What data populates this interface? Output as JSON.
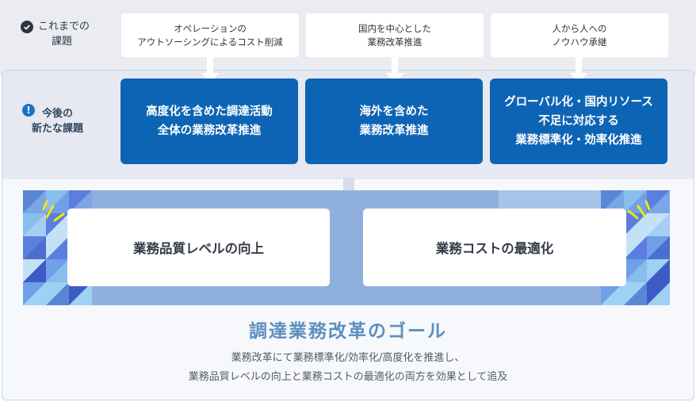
{
  "previous_issues": {
    "label_line1": "これまでの",
    "label_line2": "課題",
    "icon": "check-circle-icon",
    "items": [
      "オペレーションの\nアウトソーシングによるコスト削減",
      "国内を中心とした\n業務改革推進",
      "人から人への\nノウハウ承継"
    ]
  },
  "new_issues": {
    "label_line1": "今後の",
    "label_line2": "新たな課題",
    "icon": "exclamation-circle-icon",
    "items": [
      "高度化を含めた調達活動\n全体の業務改革推進",
      "海外を含めた\n業務改革推進",
      "グローバル化・国内リソース\n不足に対応する\n業務標準化・効率化推進"
    ]
  },
  "goals": {
    "cards": [
      "業務品質レベルの向上",
      "業務コストの最適化"
    ],
    "title": "調達業務改革のゴール",
    "description_line1": "業務改革にて業務標準化/効率化/高度化を推進し、",
    "description_line2": "業務品質レベルの向上と業務コストの最適化の両方を効果として追及"
  },
  "colors": {
    "accent_blue": "#0d64b4",
    "goal_title": "#5d8fbe",
    "band_gray": "#eaecf1",
    "spark_yellow": "#f2e600"
  }
}
